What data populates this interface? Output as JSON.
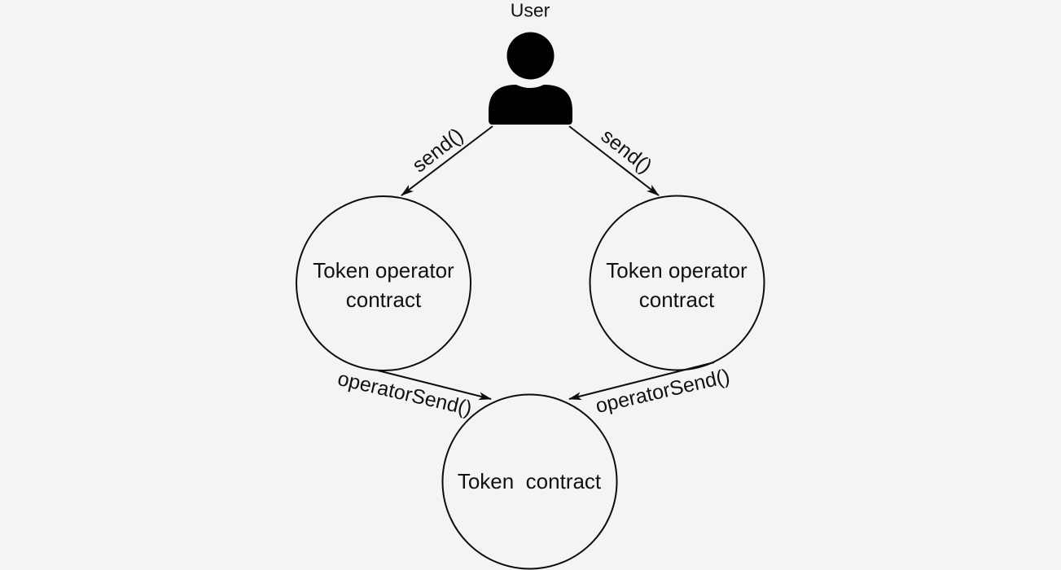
{
  "colors": {
    "background": "#f4f4f4",
    "stroke": "#0d0d0d",
    "text": "#111111",
    "user_icon_fill": "#000000"
  },
  "nodes": {
    "user": {
      "label": "User"
    },
    "token_operator_left": {
      "line1": "Token operator",
      "line2": "contract"
    },
    "token_operator_right": {
      "line1": "Token operator",
      "line2": "contract"
    },
    "token_contract": {
      "label": "Token  contract"
    }
  },
  "edges": {
    "send_left": {
      "label": "send()"
    },
    "send_right": {
      "label": "send()"
    },
    "operator_send_left": {
      "label": "operatorSend()"
    },
    "operator_send_right": {
      "label": "operatorSend()"
    }
  }
}
